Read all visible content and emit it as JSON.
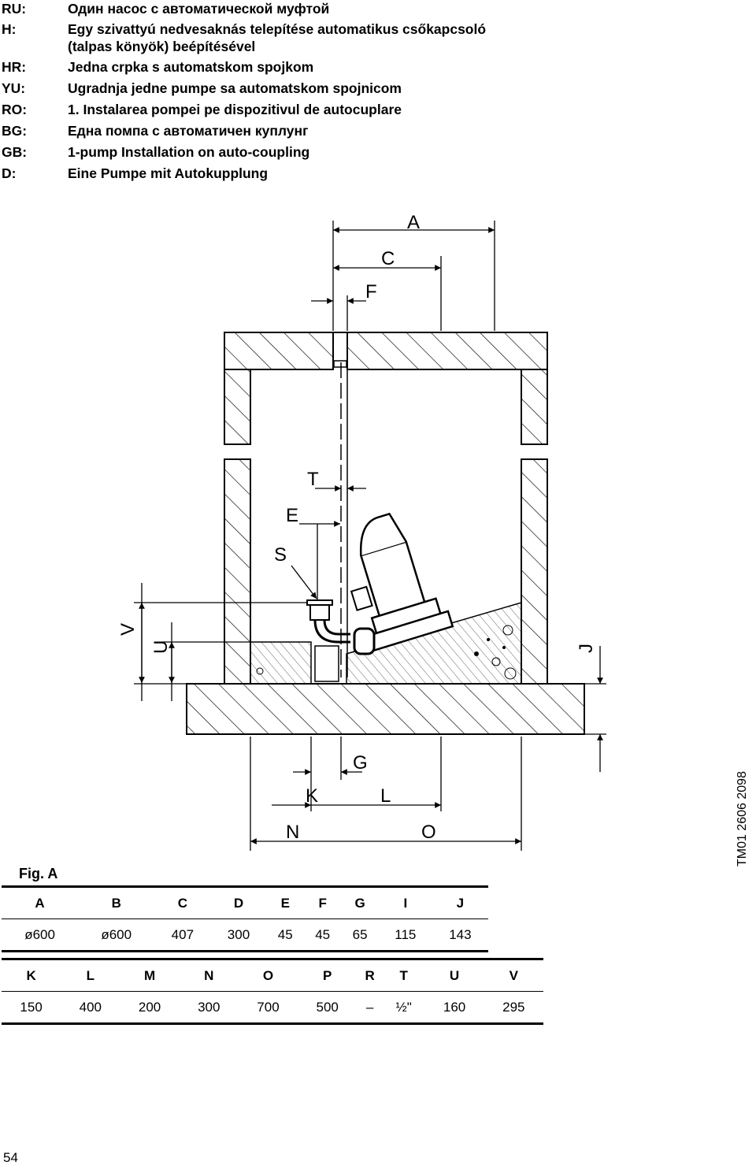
{
  "languages": [
    {
      "code": "RU:",
      "lines": [
        "Один насос с автоматической муфтой"
      ]
    },
    {
      "code": "H:",
      "lines": [
        "Egy szivattyú nedvesaknás telepítése automatikus csőkapcsoló",
        "(talpas könyök) beépítésével"
      ]
    },
    {
      "code": "HR:",
      "lines": [
        "Jedna crpka s automatskom spojkom"
      ]
    },
    {
      "code": "YU:",
      "lines": [
        "Ugradnja jedne pumpe sa automatskom spojnicom"
      ]
    },
    {
      "code": "RO:",
      "lines": [
        "1. Instalarea pompei pe dispozitivul de autocuplare"
      ]
    },
    {
      "code": "BG:",
      "lines": [
        "Една помпа с автоматичен куплунг"
      ]
    },
    {
      "code": "GB:",
      "lines": [
        "1-pump Installation on auto-coupling"
      ]
    },
    {
      "code": "D:",
      "lines": [
        "Eine Pumpe mit Autokupplung"
      ]
    }
  ],
  "drawing_labels": {
    "A": "A",
    "C": "C",
    "F": "F",
    "T": "T",
    "E": "E",
    "S": "S",
    "V": "V",
    "U": "U",
    "J": "J",
    "G": "G",
    "K": "K",
    "L": "L",
    "N": "N",
    "O": "O"
  },
  "figure_label": "Fig. A",
  "drawing_code": "TM01 2606 2098",
  "table1": {
    "headers": [
      "A",
      "B",
      "C",
      "D",
      "E",
      "F",
      "G",
      "I",
      "J"
    ],
    "values": [
      "ø600",
      "ø600",
      "407",
      "300",
      "45",
      "45",
      "65",
      "115",
      "143"
    ]
  },
  "table2": {
    "headers": [
      "K",
      "L",
      "M",
      "N",
      "O",
      "P",
      "R",
      "T",
      "U",
      "V"
    ],
    "values": [
      "150",
      "400",
      "200",
      "300",
      "700",
      "500",
      "–",
      "½\"",
      "160",
      "295"
    ]
  },
  "page_number": "54"
}
